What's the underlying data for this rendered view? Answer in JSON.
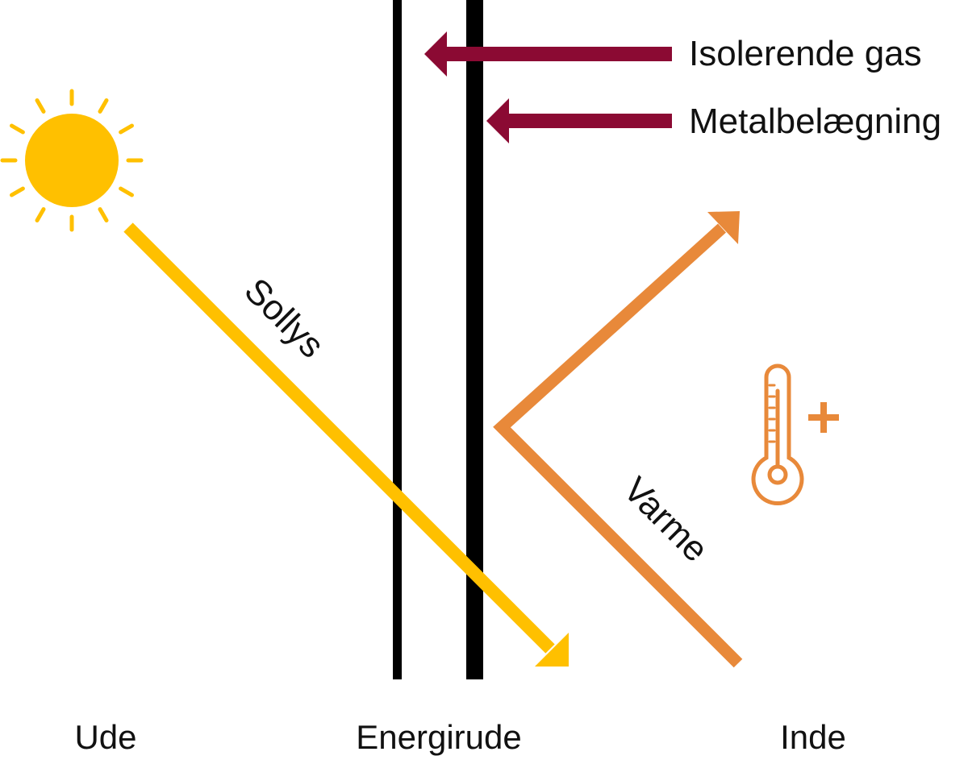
{
  "labels": {
    "gas": "Isolerende gas",
    "coating": "Metalbelægning",
    "sunlight": "Sollys",
    "heat": "Varme",
    "outside": "Ude",
    "window": "Energirude",
    "inside": "Inde"
  },
  "icons": {
    "sun": "sun-icon",
    "thermometer": "thermometer-plus-icon"
  },
  "colors": {
    "sunlight": "#FFC000",
    "heat": "#E8893A",
    "pointer": "#8B0A33",
    "glass": "#000000",
    "text": "#111111"
  }
}
